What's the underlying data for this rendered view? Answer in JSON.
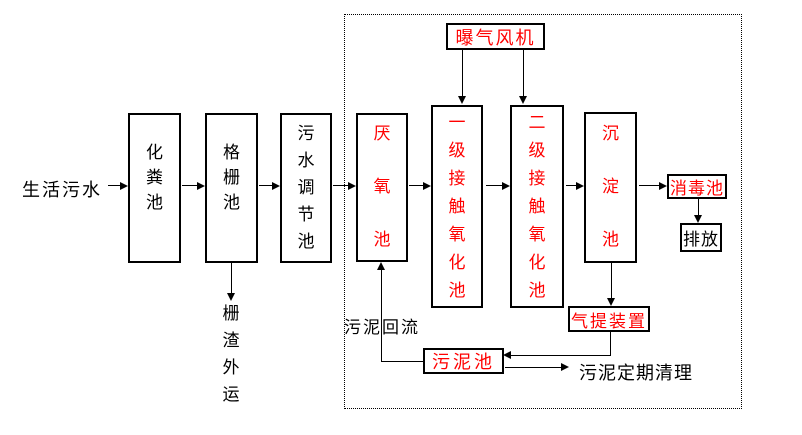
{
  "colors": {
    "highlight": "#ff0000",
    "text": "#000000",
    "line": "#000000",
    "background": "#ffffff"
  },
  "nodes": {
    "source": {
      "label": "生活污水"
    },
    "septic": {
      "label": "化\n粪\n池"
    },
    "grid": {
      "label": "格\n栅\n池"
    },
    "regulating": {
      "label": "污\n水\n调\n节\n池"
    },
    "anaerobic": {
      "label": "厌\n氧\n池"
    },
    "primary_oxidation": {
      "label": "一\n级\n接\n触\n氧\n化\n池"
    },
    "secondary_oxidation": {
      "label": "二\n级\n接\n触\n氧\n化\n池"
    },
    "sedimentation": {
      "label": "沉\n淀\n池"
    },
    "blower": {
      "label": "曝气风机"
    },
    "disinfection": {
      "label": "消毒池"
    },
    "discharge": {
      "label": "排放"
    },
    "airlift": {
      "label": "气提装置"
    },
    "sludge_tank": {
      "label": "污泥池"
    },
    "screen_residue": {
      "label": "栅\n渣\n外\n运"
    },
    "sludge_return": {
      "label": "污泥回流"
    },
    "sludge_cleaning": {
      "label": "污泥定期清理"
    }
  }
}
